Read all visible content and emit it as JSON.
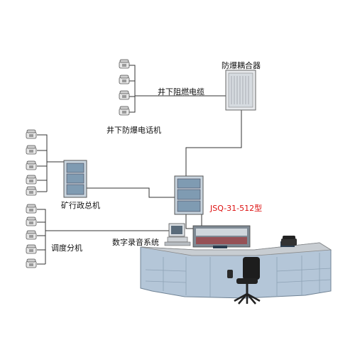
{
  "labels": {
    "coupler": "防爆耦合器",
    "cable": "井下阻燃电缆",
    "underground_phones": "井下防爆电话机",
    "admin_switch": "矿行政总机",
    "dispatch_ext": "调度分机",
    "recorder": "数字录音系统",
    "model": "JSQ-31-512型"
  },
  "colors": {
    "line": "#333333",
    "cabinet_blue": "#7f9bb2",
    "cabinet_light": "#c9d5df",
    "desk_blue": "#b4c6d8",
    "desk_top": "#c8cdd2",
    "model_red": "#dd1111"
  },
  "icons": [
    "telephone-icon",
    "coupler-box-icon",
    "switch-cabinet-icon",
    "computer-icon",
    "office-chair-icon",
    "dispatch-desk-icon"
  ]
}
